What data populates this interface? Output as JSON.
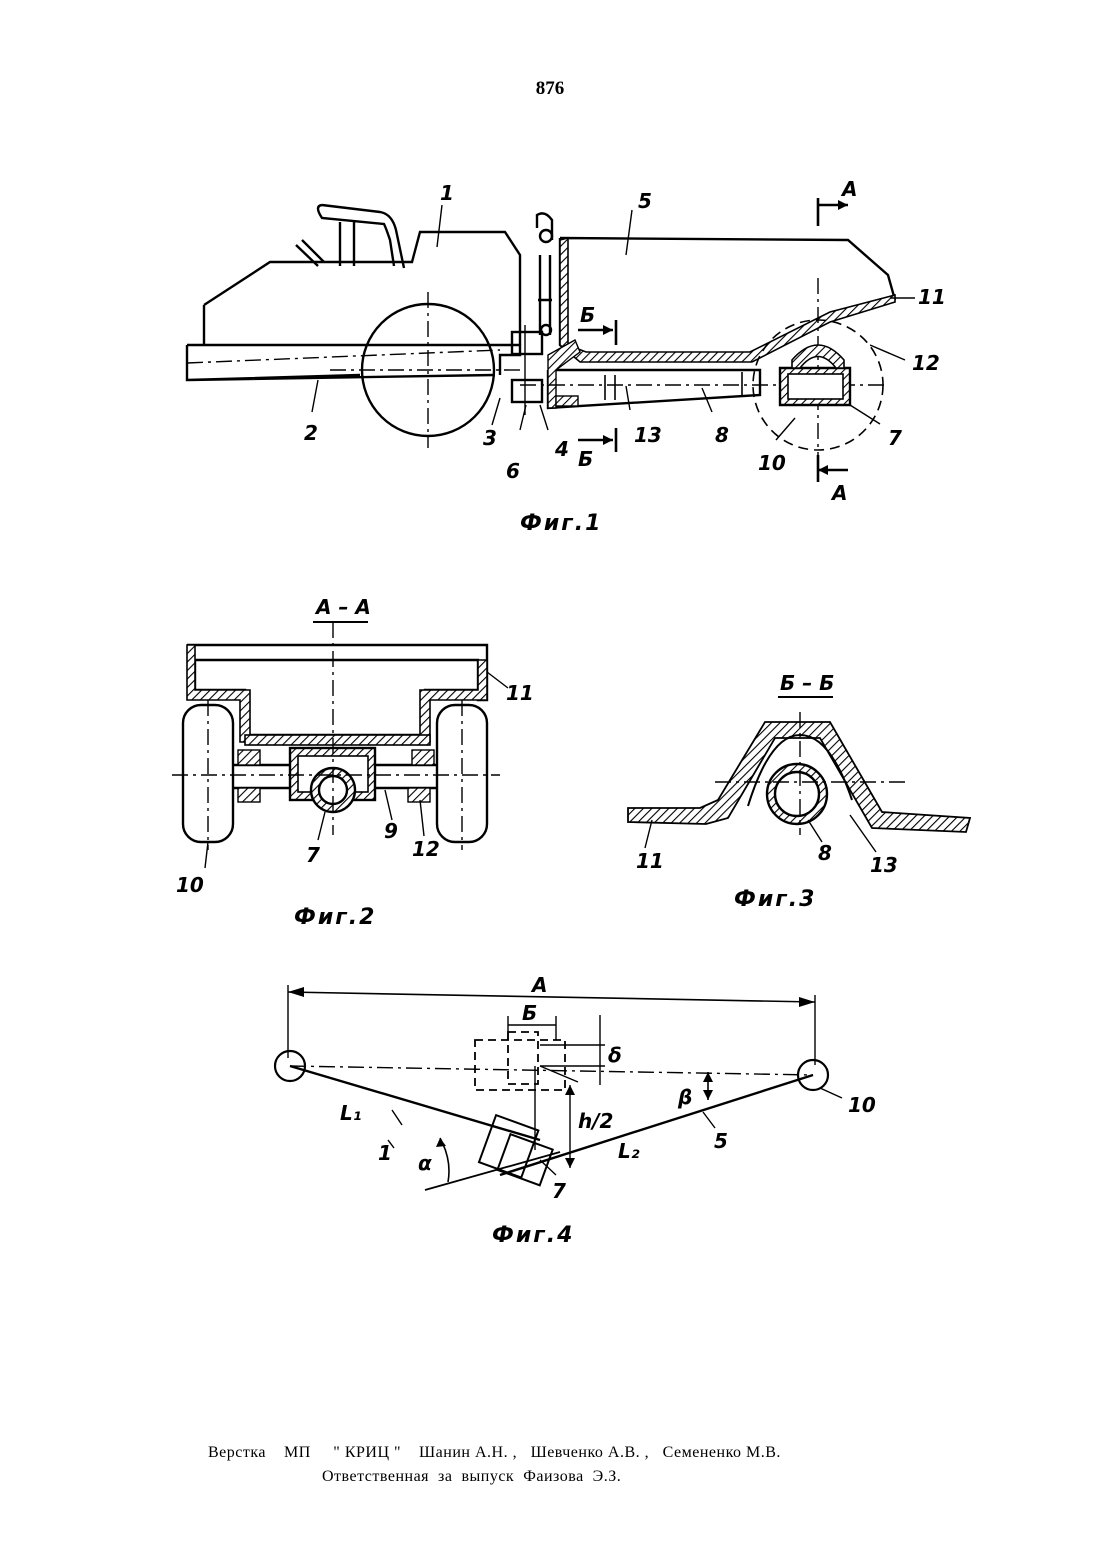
{
  "page_number": "876",
  "fig1": {
    "caption": "Фиг.1",
    "labels": {
      "l1": "1",
      "l2": "2",
      "l3": "3",
      "l4": "4",
      "l5": "5",
      "l6": "6",
      "l7": "7",
      "l8": "8",
      "l10": "10",
      "l11": "11",
      "l12": "12",
      "l13": "13",
      "secA_top": "А",
      "secA_bottom": "А",
      "secB_top": "Б",
      "secB_bottom": "Б"
    }
  },
  "fig2": {
    "caption": "Фиг.2",
    "section": "А – А",
    "labels": {
      "l7": "7",
      "l9": "9",
      "l10": "10",
      "l11": "11",
      "l12": "12"
    }
  },
  "fig3": {
    "caption": "Фиг.3",
    "section": "Б – Б",
    "labels": {
      "l8": "8",
      "l11": "11",
      "l13": "13"
    }
  },
  "fig4": {
    "caption": "Фиг.4",
    "labels": {
      "dimA": "А",
      "dimB": "Б",
      "delta": "δ",
      "h2": "h/2",
      "beta": "β",
      "alpha": "α",
      "L1": "L₁",
      "L2": "L₂",
      "l1": "1",
      "l5": "5",
      "l7": "7",
      "l10": "10"
    }
  },
  "footer": {
    "line1": "Верстка    МП     \" КРИЦ \"    Шанин А.Н. ,   Шевченко А.В. ,   Семененко М.В.",
    "line2": "Ответственная  за  выпуск  Фаизова  Э.З."
  }
}
